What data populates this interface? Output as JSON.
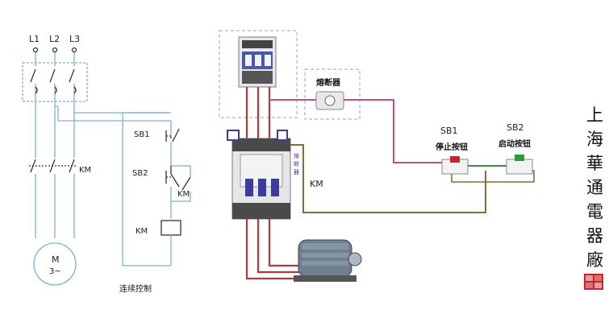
{
  "schematic": {
    "phases": [
      "L1",
      "L2",
      "L3"
    ],
    "km_main_label": "KM",
    "sb1_label": "SB1",
    "sb2_label": "SB2",
    "km_aux_label": "KM",
    "km_coil_label": "KM",
    "motor_label": "M",
    "motor_sub": "3~",
    "caption": "连续控制"
  },
  "wiring": {
    "fuse_label": "熔断器",
    "contactor_label": "KM",
    "sb1_label": "SB1",
    "sb1_caption": "停止按钮",
    "sb2_label": "SB2",
    "sb2_caption": "启动按钮"
  },
  "brand": {
    "chars": [
      "上",
      "海",
      "華",
      "通",
      "電",
      "器",
      "廠"
    ]
  },
  "colors": {
    "panel_line": "#7fb0d4",
    "wire_red": "#b13a3a",
    "wire_pink": "#c0508a",
    "wire_brown": "#8b6b3d",
    "wire_green": "#3f8a3f",
    "seal_red": "#c8262a"
  }
}
